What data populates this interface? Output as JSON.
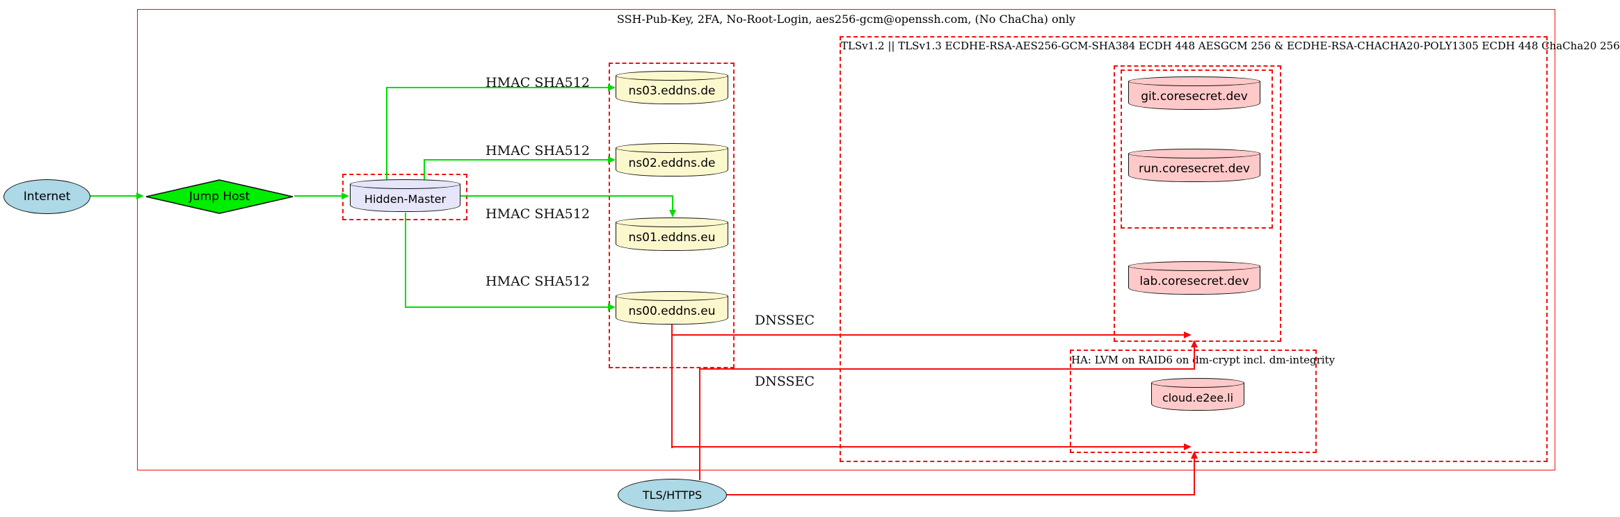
{
  "colors": {
    "frame_red": "#f50c0c",
    "secure_green": "#00dd00",
    "node_stroke": "#111111",
    "lightblue": "#add8e6",
    "lavender": "#e6e6fa",
    "lightyellow": "#fcf8ce",
    "pink": "#ffc9c9",
    "jump_green": "#00ee00"
  },
  "clusters": {
    "ssh": {
      "label": "SSH-Pub-Key, 2FA, No-Root-Login, aes256-gcm@openssh.com, (No ChaCha) only"
    },
    "tls": {
      "label": "TLSv1.2 || TLSv1.3 ECDHE-RSA-AES256-GCM-SHA384 ECDH 448 AESGCM 256 & ECDHE-RSA-CHACHA20-POLY1305 ECDH 448 ChaCha20 256"
    },
    "ha": {
      "label": "HA: LVM on RAID6 on dm-crypt incl. dm-integrity"
    }
  },
  "nodes": {
    "internet": {
      "label": "Internet",
      "shape": "ellipse",
      "fill": "#add8e6"
    },
    "jump_host": {
      "label": "Jump Host",
      "shape": "diamond",
      "fill": "#00ee00"
    },
    "hidden_master": {
      "label": "Hidden-Master",
      "shape": "cylinder",
      "fill": "#e6e6fa"
    },
    "ns03": {
      "label": "ns03.eddns.de",
      "shape": "cylinder",
      "fill": "#fcf8ce"
    },
    "ns02": {
      "label": "ns02.eddns.de",
      "shape": "cylinder",
      "fill": "#fcf8ce"
    },
    "ns01": {
      "label": "ns01.eddns.eu",
      "shape": "cylinder",
      "fill": "#fcf8ce"
    },
    "ns00": {
      "label": "ns00.eddns.eu",
      "shape": "cylinder",
      "fill": "#fcf8ce"
    },
    "git": {
      "label": "git.coresecret.dev",
      "shape": "cylinder",
      "fill": "#ffc9c9"
    },
    "run": {
      "label": "run.coresecret.dev",
      "shape": "cylinder",
      "fill": "#ffc9c9"
    },
    "lab": {
      "label": "lab.coresecret.dev",
      "shape": "cylinder",
      "fill": "#ffc9c9"
    },
    "cloud": {
      "label": "cloud.e2ee.li",
      "shape": "cylinder",
      "fill": "#ffc9c9"
    },
    "tls_https": {
      "label": "TLS/HTTPS",
      "shape": "ellipse",
      "fill": "#add8e6"
    }
  },
  "edge_labels": {
    "hmac": "HMAC SHA512",
    "dnssec": "DNSSEC"
  }
}
